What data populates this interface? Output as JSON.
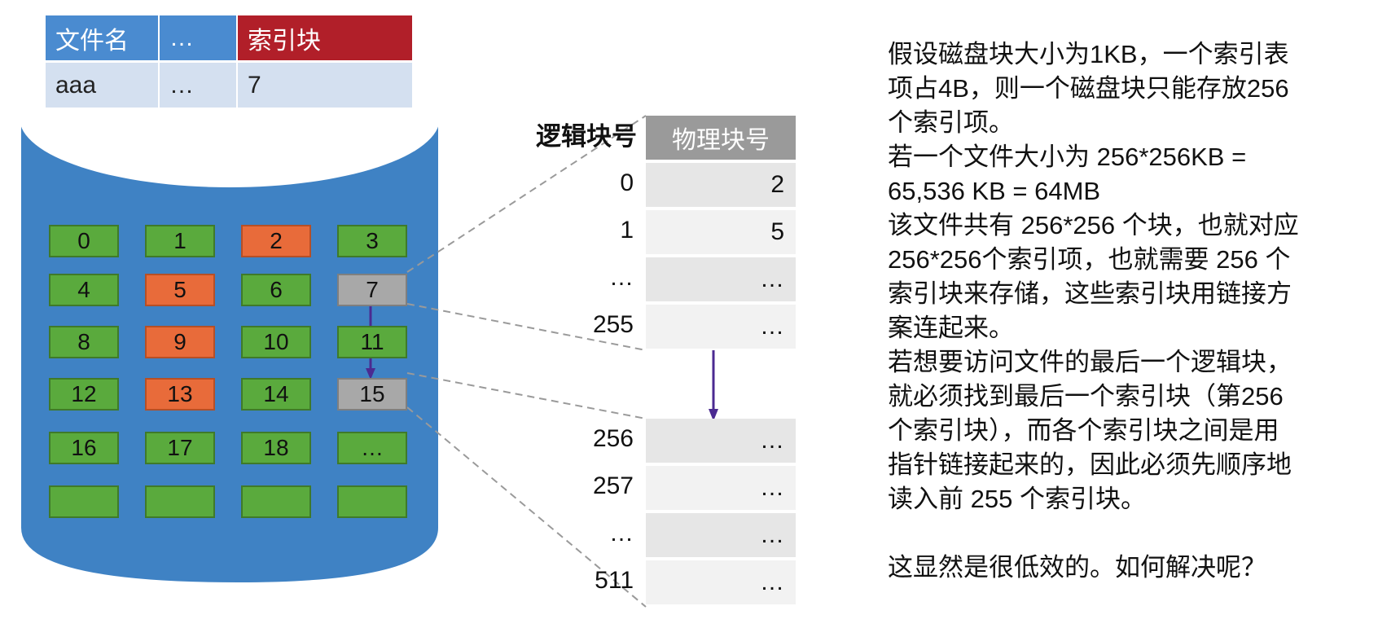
{
  "directory": {
    "headers": [
      "文件名",
      "…",
      "索引块"
    ],
    "row": [
      "aaa",
      "…",
      "7"
    ]
  },
  "disk_blocks": [
    {
      "label": "0",
      "state": "free"
    },
    {
      "label": "1",
      "state": "free"
    },
    {
      "label": "2",
      "state": "used"
    },
    {
      "label": "3",
      "state": "free"
    },
    {
      "label": "4",
      "state": "free"
    },
    {
      "label": "5",
      "state": "used"
    },
    {
      "label": "6",
      "state": "free"
    },
    {
      "label": "7",
      "state": "index"
    },
    {
      "label": "8",
      "state": "free"
    },
    {
      "label": "9",
      "state": "used"
    },
    {
      "label": "10",
      "state": "free"
    },
    {
      "label": "11",
      "state": "free"
    },
    {
      "label": "12",
      "state": "free"
    },
    {
      "label": "13",
      "state": "used"
    },
    {
      "label": "14",
      "state": "free"
    },
    {
      "label": "15",
      "state": "index"
    },
    {
      "label": "16",
      "state": "free"
    },
    {
      "label": "17",
      "state": "free"
    },
    {
      "label": "18",
      "state": "free"
    },
    {
      "label": "…",
      "state": "free"
    },
    {
      "label": "",
      "state": "free"
    },
    {
      "label": "",
      "state": "free"
    },
    {
      "label": "",
      "state": "free"
    },
    {
      "label": "",
      "state": "free"
    }
  ],
  "index_table": {
    "logical_header": "逻辑块号",
    "physical_header": "物理块号",
    "block1": [
      {
        "logical": "0",
        "physical": "2"
      },
      {
        "logical": "1",
        "physical": "5"
      },
      {
        "logical": "…",
        "physical": "…"
      },
      {
        "logical": "255",
        "physical": "…"
      }
    ],
    "block2": [
      {
        "logical": "256",
        "physical": "…"
      },
      {
        "logical": "257",
        "physical": "…"
      },
      {
        "logical": "…",
        "physical": "…"
      },
      {
        "logical": "511",
        "physical": "…"
      }
    ]
  },
  "colors": {
    "disk_body": "#3f82c4",
    "disk_top": "#ffffff",
    "free_block": "#5aaa3d",
    "used_block": "#e86b3a",
    "index_block": "#a8a8a8",
    "arrow": "#4b2a91",
    "header_blue": "#4a8bd0",
    "header_red": "#b11f29"
  },
  "explanation": {
    "p1": "假设磁盘块大小为1KB，一个索引表\n项占4B，则一个磁盘块只能存放256\n个索引项。",
    "p2": "若一个文件大小为 256*256KB =\n65,536 KB = 64MB",
    "p3": "该文件共有 256*256 个块，也就对应\n256*256个索引项，也就需要 256 个\n索引块来存储，这些索引块用链接方\n案连起来。",
    "p4": "若想要访问文件的最后一个逻辑块，\n就必须找到最后一个索引块（第256\n个索引块），而各个索引块之间是用\n指针链接起来的，因此必须先顺序地\n读入前 255 个索引块。",
    "p5": "这显然是很低效的。如何解决呢？"
  }
}
